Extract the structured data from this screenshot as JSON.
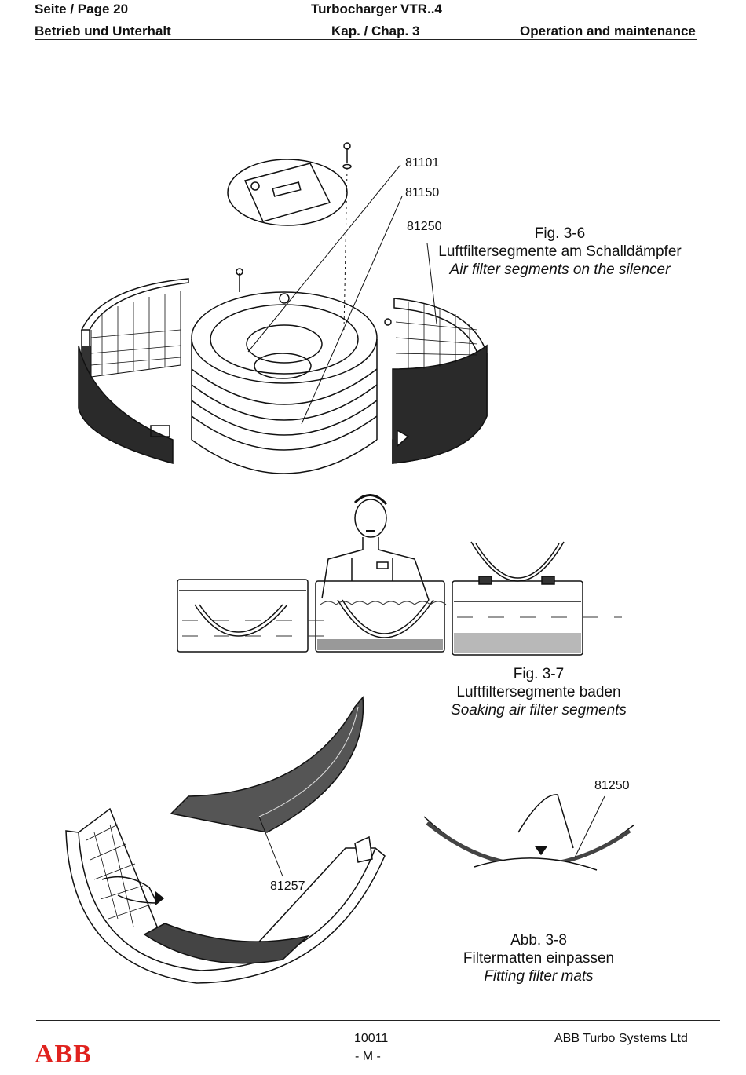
{
  "header": {
    "page_label": "Seite / Page  20",
    "product": "Turbocharger VTR..4",
    "left_section": "Betrieb und Unterhalt",
    "chapter": "Kap. / Chap. 3",
    "right_section": "Operation and maintenance"
  },
  "figures": {
    "fig36": {
      "number": "Fig. 3-6",
      "title_de": "Luftfiltersegmente am Schalldämpfer",
      "title_en": "Air filter segments on the silencer",
      "parts": [
        "81101",
        "81150",
        "81250"
      ]
    },
    "fig37": {
      "number": "Fig. 3-7",
      "title_de": "Luftfiltersegmente baden",
      "title_en": "Soaking air filter segments"
    },
    "fig38": {
      "number": "Abb. 3-8",
      "title_de": "Filtermatten einpassen",
      "title_en": "Fitting filter mats",
      "parts": [
        "81250",
        "81257"
      ]
    }
  },
  "footer": {
    "doc_number": "10011",
    "revision": "- M -",
    "company": "ABB Turbo Systems Ltd",
    "logo_text": "ABB"
  }
}
